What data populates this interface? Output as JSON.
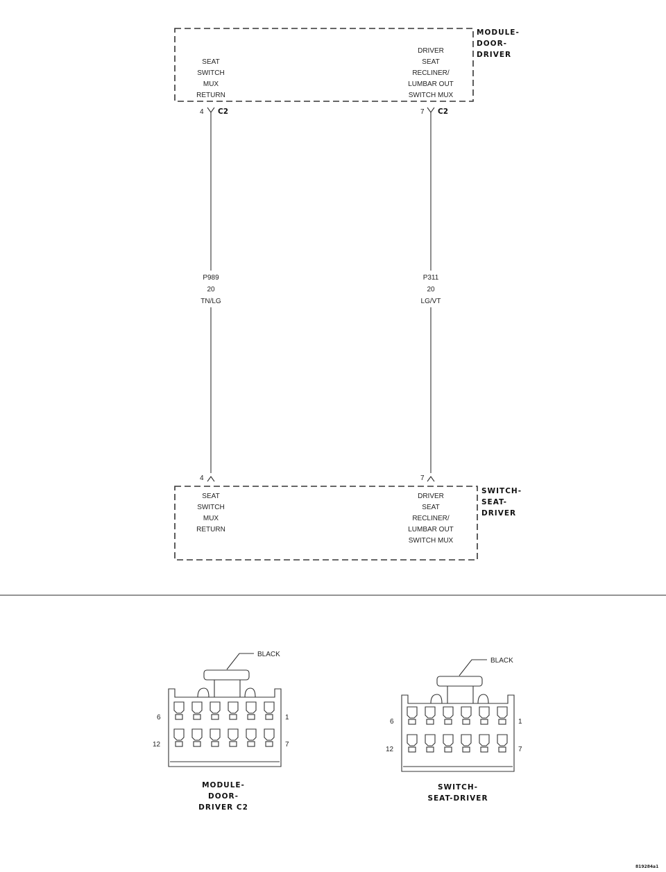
{
  "module_top": {
    "title": [
      "MODULE-",
      "DOOR-",
      "DRIVER"
    ],
    "left_circuit": [
      "SEAT",
      "SWITCH",
      "MUX",
      "RETURN"
    ],
    "right_circuit": [
      "DRIVER",
      "SEAT",
      "RECLINER/",
      "LUMBAR OUT",
      "SWITCH MUX"
    ],
    "left_pin": "4",
    "left_connector": "C2",
    "right_pin": "7",
    "right_connector": "C2"
  },
  "wires": [
    {
      "id": "P989",
      "gauge": "20",
      "color": "TN/LG"
    },
    {
      "id": "P311",
      "gauge": "20",
      "color": "LG/VT"
    }
  ],
  "module_bottom": {
    "title": [
      "SWITCH-",
      "SEAT-",
      "DRIVER"
    ],
    "left_circuit": [
      "SEAT",
      "SWITCH",
      "MUX",
      "RETURN"
    ],
    "right_circuit": [
      "DRIVER",
      "SEAT",
      "RECLINER/",
      "LUMBAR OUT",
      "SWITCH MUX"
    ],
    "left_pin": "4",
    "right_pin": "7"
  },
  "connector_views": [
    {
      "color_label": "BLACK",
      "pin_top_left": "6",
      "pin_top_right": "1",
      "pin_bottom_left": "12",
      "pin_bottom_right": "7",
      "caption": [
        "MODULE-",
        "DOOR-",
        "DRIVER C2"
      ]
    },
    {
      "color_label": "BLACK",
      "pin_top_left": "6",
      "pin_top_right": "1",
      "pin_bottom_left": "12",
      "pin_bottom_right": "7",
      "caption": [
        "SWITCH-",
        "SEAT-DRIVER"
      ]
    }
  ],
  "figure_code": "819284a1"
}
